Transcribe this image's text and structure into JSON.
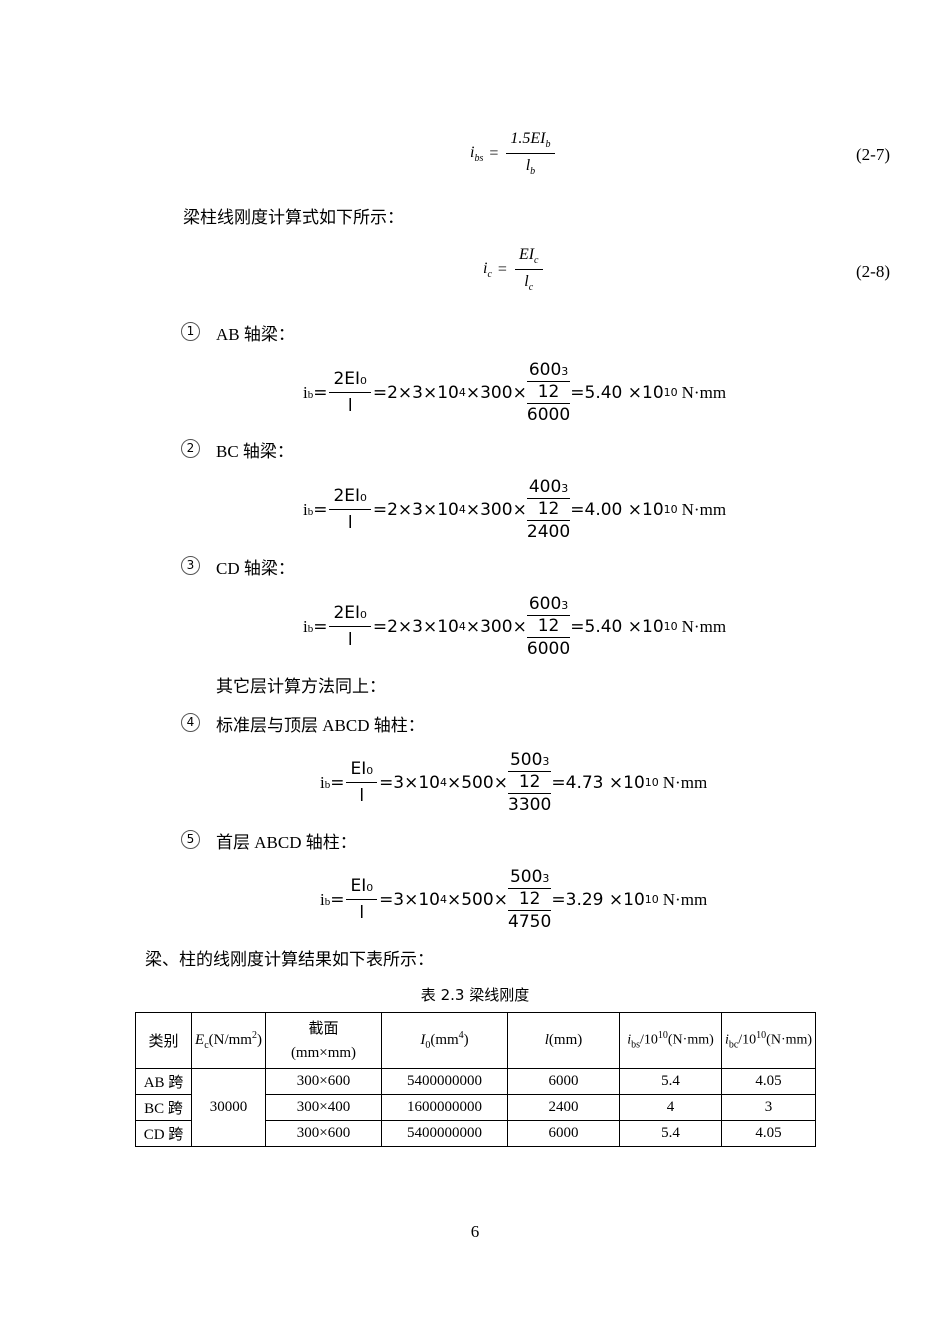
{
  "eq27": {
    "lhs": "i",
    "lhs_sub": "bs",
    "eq": "=",
    "num": "1.5EI",
    "num_sub": "b",
    "den": "l",
    "den_sub": "b",
    "number": "(2-7)"
  },
  "intro_col": "梁柱线刚度计算式如下所示：",
  "eq28": {
    "lhs": "i",
    "lhs_sub": "c",
    "eq": "=",
    "num": "EI",
    "num_sub": "c",
    "den": "l",
    "den_sub": "c",
    "number": "(2-8)"
  },
  "items": [
    {
      "num": "1",
      "label": "AB 轴梁：",
      "lhs": "i",
      "lhs_sub": "b",
      "f_num": "2EI₀",
      "f_den": "l",
      "mid": "=2×3×10",
      "mid_sup": "4",
      "mid2": "×300×",
      "n_top": "600",
      "n_top_sub": "3",
      "n_mid": "12",
      "n_bot": "6000",
      "res": "=5.40 ×10",
      "res_sup": "10",
      "unit": "N·mm"
    },
    {
      "num": "2",
      "label": "BC 轴梁：",
      "lhs": "i",
      "lhs_sub": "b",
      "f_num": "2EI₀",
      "f_den": "l",
      "mid": "=2×3×10",
      "mid_sup": "4",
      "mid2": "×300×",
      "n_top": "400",
      "n_top_sub": "3",
      "n_mid": "12",
      "n_bot": "2400",
      "res": "=4.00 ×10",
      "res_sup": "10",
      "unit": "N·mm"
    },
    {
      "num": "3",
      "label": "CD 轴梁：",
      "lhs": "i",
      "lhs_sub": "b",
      "f_num": "2EI₀",
      "f_den": "l",
      "mid": "=2×3×10",
      "mid_sup": "4",
      "mid2": "×300×",
      "n_top": "600",
      "n_top_sub": "3",
      "n_mid": "12",
      "n_bot": "6000",
      "res": "=5.40 ×10",
      "res_sup": "10",
      "unit": "N·mm"
    },
    {
      "num": "4",
      "label": "标准层与顶层 ABCD 轴柱：",
      "lhs": "i",
      "lhs_sub": "b",
      "f_num": "EI₀",
      "f_den": "l",
      "mid": "=3×10",
      "mid_sup": "4",
      "mid2": "×500×",
      "n_top": "500",
      "n_top_sub": "3",
      "n_mid": "12",
      "n_bot": "3300",
      "res": "=4.73 ×10",
      "res_sup": "10",
      "unit": "N·mm"
    },
    {
      "num": "5",
      "label": "首层 ABCD 轴柱：",
      "lhs": "i",
      "lhs_sub": "b",
      "f_num": "EI₀",
      "f_den": "l",
      "mid": "=3×10",
      "mid_sup": "4",
      "mid2": "×500×",
      "n_top": "500",
      "n_top_sub": "3",
      "n_mid": "12",
      "n_bot": "4750",
      "res": "=3.29 ×10",
      "res_sup": "10",
      "unit": "N·mm"
    }
  ],
  "other_layers": "其它层计算方法同上：",
  "result_intro": "梁、柱的线刚度计算结果如下表所示：",
  "table": {
    "caption": "表 2.3  梁线刚度",
    "headers": {
      "type": "类别",
      "ec": "E",
      "ec_sub": "c",
      "ec_unit": "(N/mm",
      "ec_sup": "2",
      "ec_close": ")",
      "section_1": "截面",
      "section_2": "(mm×mm)",
      "i0": "I",
      "i0_sub": "0",
      "i0_unit": "(mm",
      "i0_sup": "4",
      "i0_close": ")",
      "l": "l",
      "l_unit": "(mm)",
      "ibs": "i",
      "ibs_sub": "bs",
      "ibs_unit": "/10",
      "ibs_sup": "10",
      "ibs_close": "(N·mm)",
      "ibc": "i",
      "ibc_sub": "bc",
      "ibc_unit": "/10",
      "ibc_sup": "10",
      "ibc_close": "(N·mm)"
    },
    "ec_value": "30000",
    "rows": [
      {
        "type": "AB 跨",
        "section": "300×600",
        "i0": "5400000000",
        "l": "6000",
        "ibs": "5.4",
        "ibc": "4.05"
      },
      {
        "type": "BC 跨",
        "section": "300×400",
        "i0": "1600000000",
        "l": "2400",
        "ibs": "4",
        "ibc": "3"
      },
      {
        "type": "CD 跨",
        "section": "300×600",
        "i0": "5400000000",
        "l": "6000",
        "ibs": "5.4",
        "ibc": "4.05"
      }
    ]
  },
  "page_number": "6"
}
